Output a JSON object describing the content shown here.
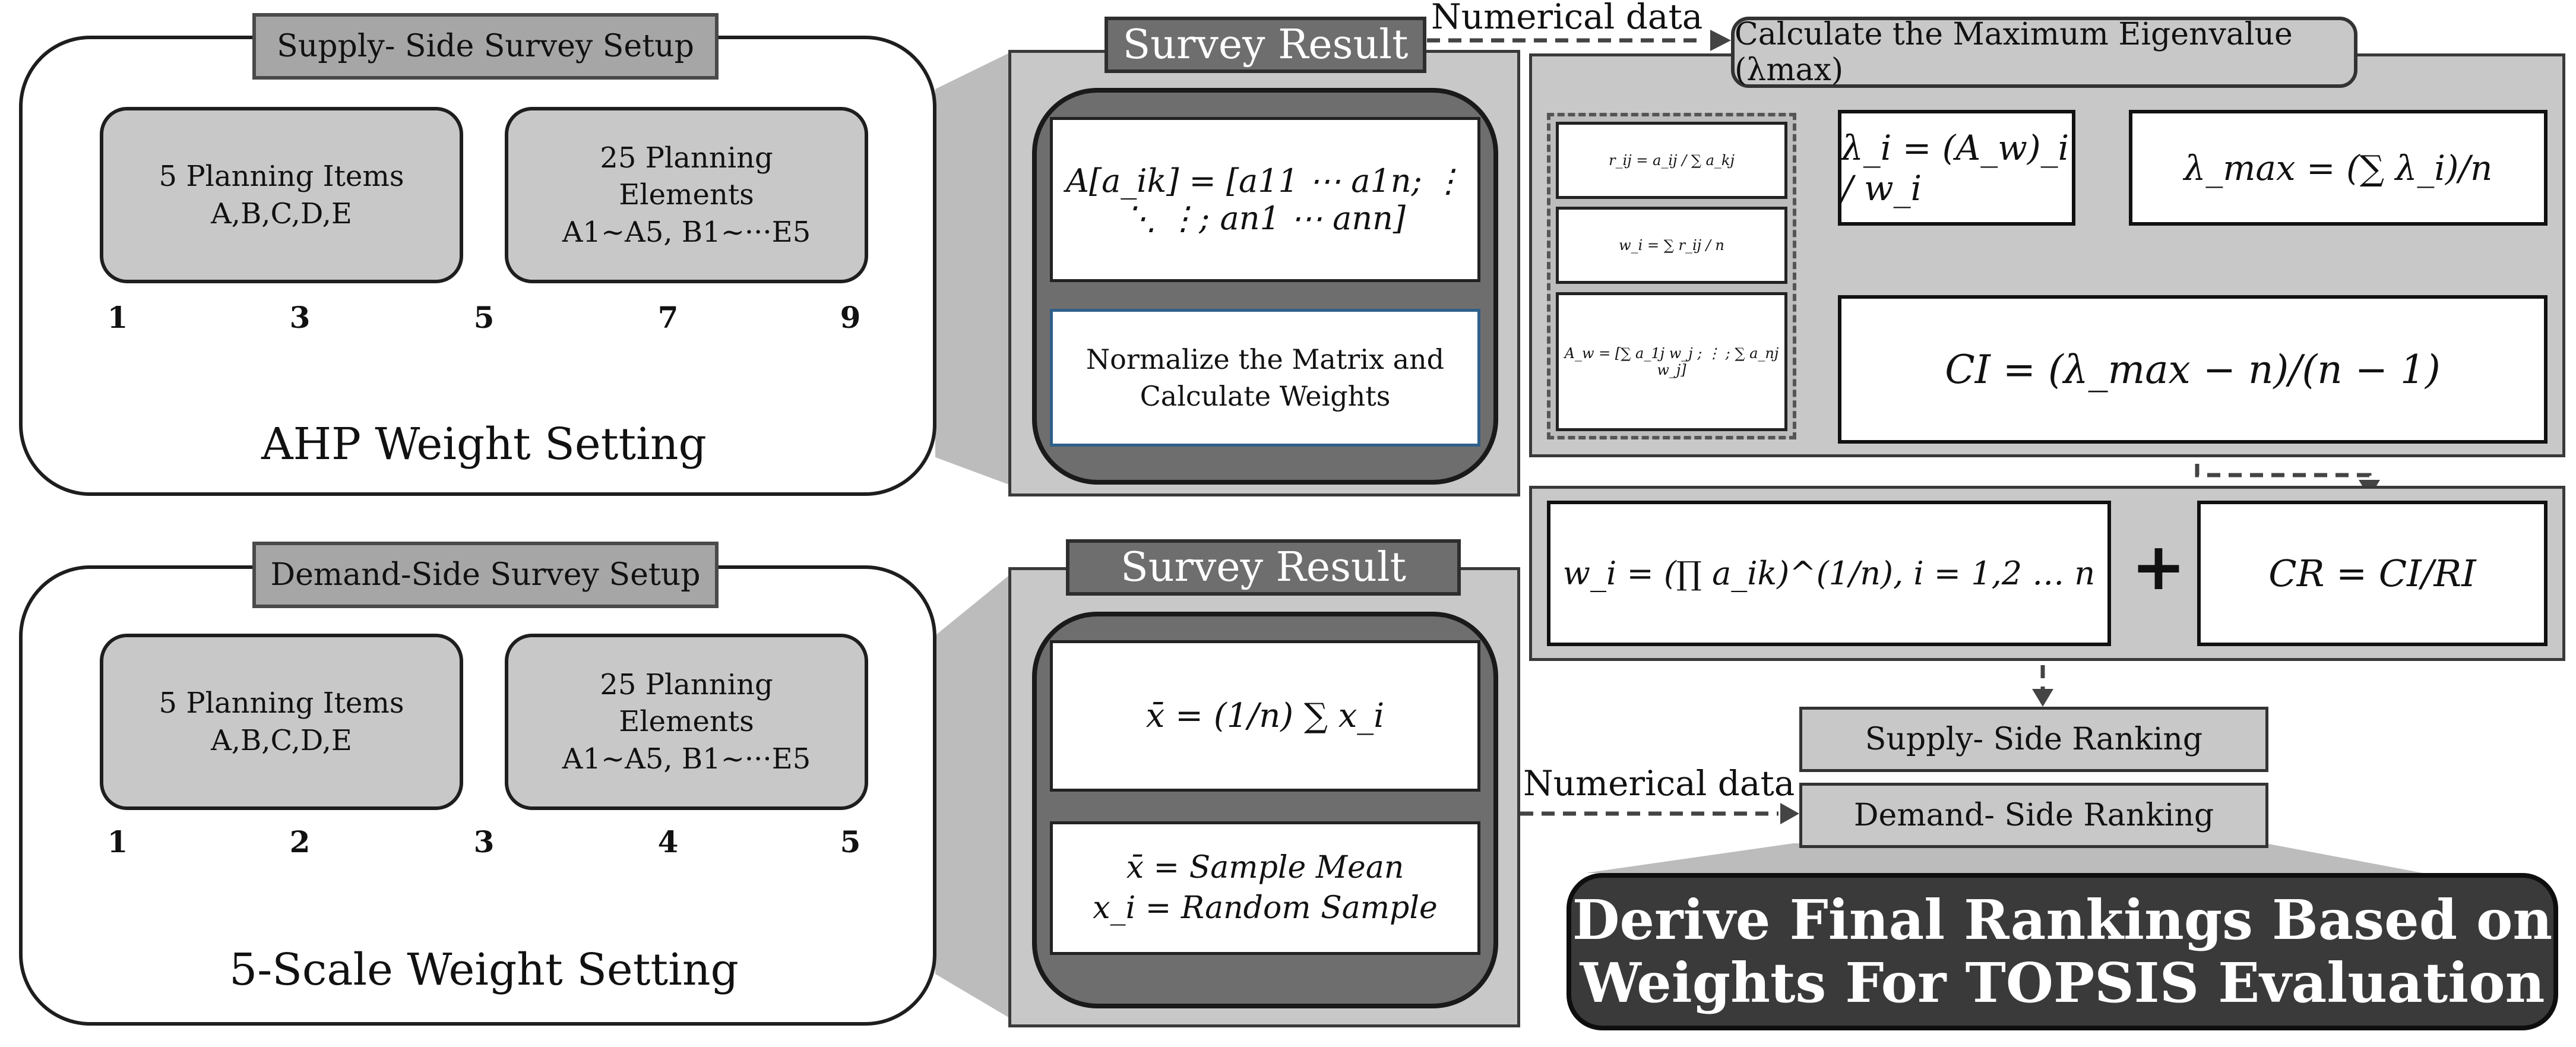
{
  "supply_setup": {
    "title": "Supply- Side Survey Setup",
    "items_label": "5 Planning Items\nA,B,C,D,E",
    "elements_label": "25 Planning\nElements\nA1~A5, B1~···E5",
    "scale_numbers": [
      "1",
      "3",
      "5",
      "7",
      "9"
    ],
    "scale_title": "AHP Weight Setting"
  },
  "demand_setup": {
    "title": "Demand-Side Survey Setup",
    "items_label": "5 Planning Items\nA,B,C,D,E",
    "elements_label": "25 Planning\nElements\nA1~A5, B1~···E5",
    "scale_numbers": [
      "1",
      "2",
      "3",
      "4",
      "5"
    ],
    "scale_title": "5-Scale Weight Setting"
  },
  "survey_result_top": {
    "title": "Survey Result",
    "matrix_formula": "A[a_ik] = [a11 ⋯ a1n; ⋮ ⋱ ⋮; an1 ⋯ ann]",
    "normalize_text": "Normalize the Matrix and\nCalculate Weights"
  },
  "survey_result_bottom": {
    "title": "Survey Result",
    "mean_formula": "x̄ = (1/n) ∑ x_i",
    "legend_line1": "x̄ = Sample Mean",
    "legend_line2": "x_i = Random Sample"
  },
  "numerical_data_top": "Numerical data",
  "numerical_data_bottom": "Numerical data",
  "eigen": {
    "title": "Calculate the Maximum Eigenvalue (λmax)",
    "small_formula_1": "r_ij = a_ij / ∑ a_kj",
    "small_formula_2": "w_i = ∑ r_ij / n",
    "small_formula_3": "A_w = [∑ a_1j w_j ; ⋮ ; ∑ a_nj w_j]",
    "lambda_i": "λ_i = (A_w)_i / w_i",
    "lambda_max": "λ_max = (∑ λ_i)/n",
    "ci": "CI = (λ_max − n)/(n − 1)"
  },
  "weights": {
    "wi_formula": "w_i = (∏ a_ik)^(1/n), i = 1,2 … n",
    "plus": "+",
    "cr_formula": "CR = CI/RI"
  },
  "ranking": {
    "supply": "Supply- Side Ranking",
    "demand": "Demand- Side Ranking"
  },
  "final": {
    "text": "Derive Final Rankings Based on\nWeights For TOPSIS Evaluation"
  },
  "colors": {
    "light_gray": "#c9c8c8",
    "mid_gray": "#a7a6a6",
    "dark_gray": "#6f6e6e",
    "final_fill": "#3a3a3a"
  }
}
